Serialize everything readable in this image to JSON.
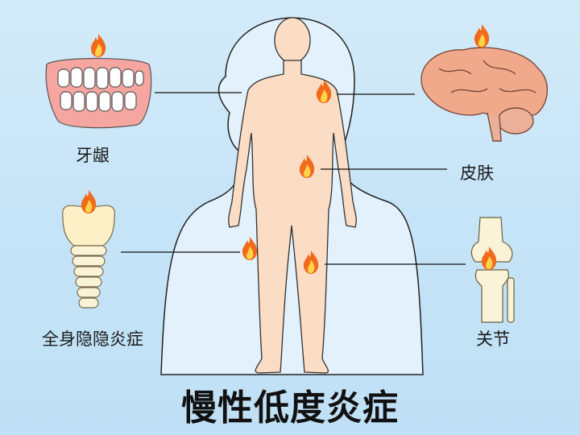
{
  "title": "慢性低度炎症",
  "labels": {
    "gums": "牙龈",
    "skin": "皮肤",
    "systemic": "全身隐隐炎症",
    "joints": "关节"
  },
  "icons": [
    "flame-icon",
    "teeth-icon",
    "brain-icon",
    "trachea-icon",
    "knee-joint-icon",
    "human-body-figure"
  ],
  "colors": {
    "background": "#c6e4f7",
    "skin": "#fbdcc4",
    "flame": "#f26a1b",
    "text": "#111111"
  }
}
